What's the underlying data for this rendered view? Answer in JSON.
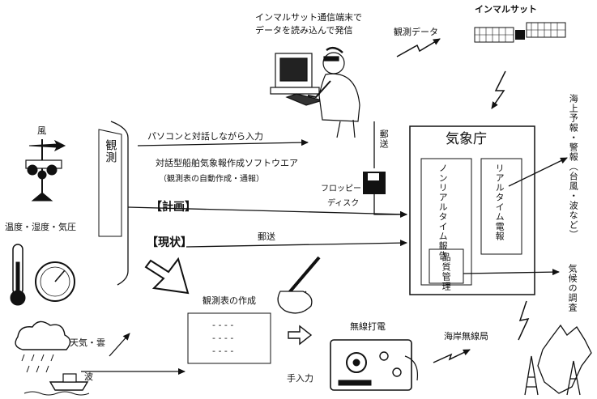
{
  "satellite": {
    "label": "インマルサット"
  },
  "transmit": {
    "line1": "インマルサット通信端末で",
    "line2": "データを読み込んで発信"
  },
  "obs_data": {
    "label": "観測データ"
  },
  "wind": {
    "label": "風"
  },
  "instruments": {
    "label": "温度・湿度・気圧"
  },
  "observation": {
    "label": "観測"
  },
  "plan": {
    "label": "【計画】",
    "dialog": "パソコンと対話しながら入力",
    "software": "対話型船舶気象報作成ソフトウエア",
    "software_sub": "（観測表の自動作成・通報）"
  },
  "current": {
    "label": "【現状】",
    "mail": "郵送"
  },
  "mail2": {
    "label": "郵送"
  },
  "floppy": {
    "line1": "フロッピー",
    "line2": "ディスク"
  },
  "jma": {
    "title": "気象庁",
    "nonrealtime": "ノンリアルタイム報告",
    "realtime": "リアルタイム電報",
    "qc": "品質管理"
  },
  "forecast": {
    "label": "海上予報・警報（台風・波など）"
  },
  "climate": {
    "label": "気候の調査"
  },
  "obs_table": {
    "label": "観測表の作成",
    "lines": [
      "- - - -",
      "- - - -",
      "- - - -"
    ]
  },
  "weather": {
    "cloud_label": "天気・雲",
    "wave_label": "波"
  },
  "radio": {
    "label": "無線打電",
    "manual": "手入力"
  },
  "coastal": {
    "label": "海岸無線局"
  }
}
